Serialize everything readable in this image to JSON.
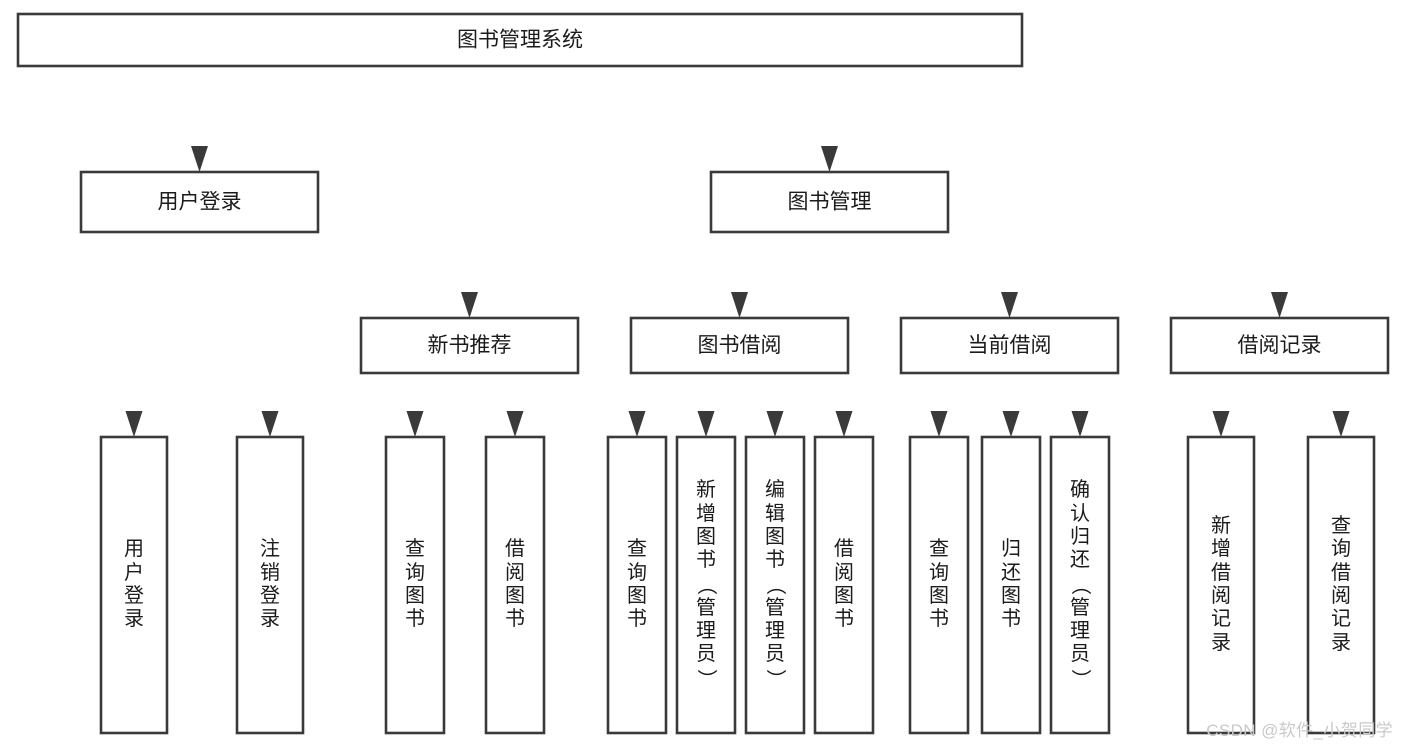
{
  "diagram": {
    "type": "tree",
    "title": "图书管理系统",
    "orientation": "top-down",
    "colors": {
      "box_stroke": "#3a3a3a",
      "box_fill": "#ffffff",
      "connector": "#3a3a3a",
      "text": "#1b1b1b",
      "watermark": "#c9c9c9",
      "background": "#ffffff"
    },
    "root": {
      "id": "root",
      "label": "图书管理系统"
    },
    "level2": [
      {
        "id": "user-login",
        "label": "用户登录"
      },
      {
        "id": "book-manage",
        "label": "图书管理"
      }
    ],
    "level3": [
      {
        "id": "new-book-recommend",
        "label": "新书推荐",
        "parent": "book-manage"
      },
      {
        "id": "book-borrow",
        "label": "图书借阅",
        "parent": "book-manage"
      },
      {
        "id": "current-borrow",
        "label": "当前借阅",
        "parent": "book-manage"
      },
      {
        "id": "borrow-record",
        "label": "借阅记录",
        "parent": "book-manage"
      }
    ],
    "leaves": [
      {
        "id": "leaf-user-login",
        "parent": "user-login",
        "label": "用户登录",
        "chars": [
          "用",
          "户",
          "登",
          "录"
        ]
      },
      {
        "id": "leaf-user-logout",
        "parent": "user-login",
        "label": "注销登录",
        "chars": [
          "注",
          "销",
          "登",
          "录"
        ]
      },
      {
        "id": "leaf-rec-query-book",
        "parent": "new-book-recommend",
        "label": "查询图书",
        "chars": [
          "查",
          "询",
          "图",
          "书"
        ]
      },
      {
        "id": "leaf-rec-borrow-book",
        "parent": "new-book-recommend",
        "label": "借阅图书",
        "chars": [
          "借",
          "阅",
          "图",
          "书"
        ]
      },
      {
        "id": "leaf-borrow-query-book",
        "parent": "book-borrow",
        "label": "查询图书",
        "chars": [
          "查",
          "询",
          "图",
          "书"
        ]
      },
      {
        "id": "leaf-borrow-add-book",
        "parent": "book-borrow",
        "label": "新增图书（管理员）",
        "chars": [
          "新",
          "增",
          "图",
          "书",
          "（",
          "管",
          "理",
          "员",
          "）"
        ]
      },
      {
        "id": "leaf-borrow-edit-book",
        "parent": "book-borrow",
        "label": "编辑图书（管理员）",
        "chars": [
          "编",
          "辑",
          "图",
          "书",
          "（",
          "管",
          "理",
          "员",
          "）"
        ]
      },
      {
        "id": "leaf-borrow-borrow-book",
        "parent": "book-borrow",
        "label": "借阅图书",
        "chars": [
          "借",
          "阅",
          "图",
          "书"
        ]
      },
      {
        "id": "leaf-cur-query-book",
        "parent": "current-borrow",
        "label": "查询图书",
        "chars": [
          "查",
          "询",
          "图",
          "书"
        ]
      },
      {
        "id": "leaf-cur-return-book",
        "parent": "current-borrow",
        "label": "归还图书",
        "chars": [
          "归",
          "还",
          "图",
          "书"
        ]
      },
      {
        "id": "leaf-cur-confirm-return",
        "parent": "current-borrow",
        "label": "确认归还（管理员）",
        "chars": [
          "确",
          "认",
          "归",
          "还",
          "（",
          "管",
          "理",
          "员",
          "）"
        ]
      },
      {
        "id": "leaf-rec-add-record",
        "parent": "borrow-record",
        "label": "新增借阅记录",
        "chars": [
          "新",
          "增",
          "借",
          "阅",
          "记",
          "录"
        ]
      },
      {
        "id": "leaf-rec-query-record",
        "parent": "borrow-record",
        "label": "查询借阅记录",
        "chars": [
          "查",
          "询",
          "借",
          "阅",
          "记",
          "录"
        ]
      }
    ]
  },
  "watermark": {
    "text": "CSDN @软件_小贺同学"
  }
}
